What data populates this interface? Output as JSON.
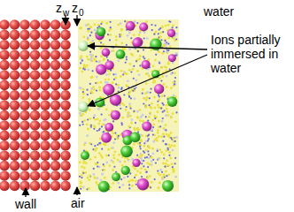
{
  "diagram": {
    "labels": [
      "z",
      "w",
      "z",
      "0",
      "water",
      "Ions partially immersed in water",
      "wall",
      "air"
    ]
  }
}
